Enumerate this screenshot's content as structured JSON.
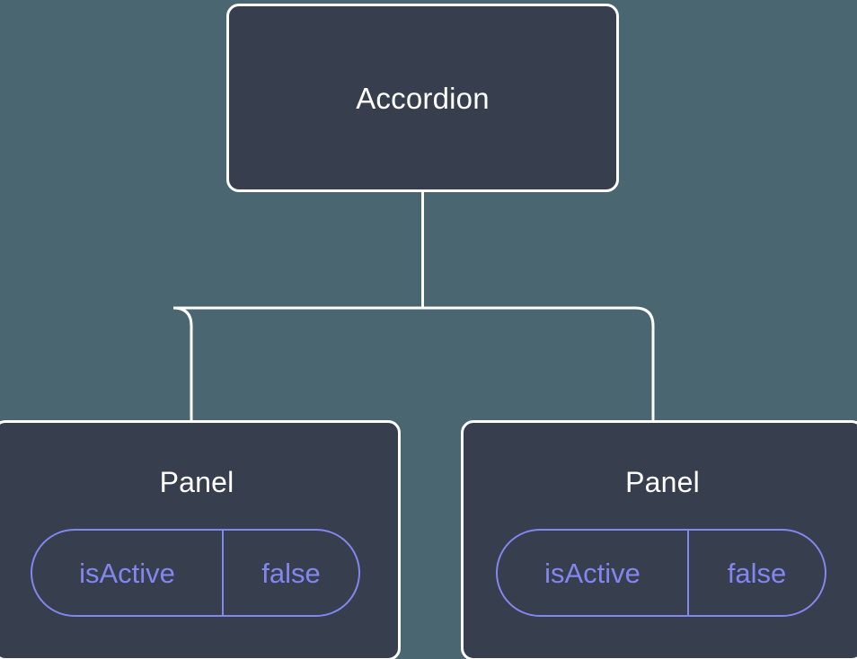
{
  "diagram": {
    "type": "component-tree",
    "background_color": "#4a6670",
    "node_fill_color": "#373e4e",
    "node_border_color": "#ffffff",
    "edge_color": "#ffffff",
    "prop_accent_color": "#8287f0",
    "root": {
      "label": "Accordion"
    },
    "children": [
      {
        "label": "Panel",
        "props": [
          {
            "key": "isActive",
            "value": "false"
          }
        ]
      },
      {
        "label": "Panel",
        "props": [
          {
            "key": "isActive",
            "value": "false"
          }
        ]
      }
    ]
  }
}
